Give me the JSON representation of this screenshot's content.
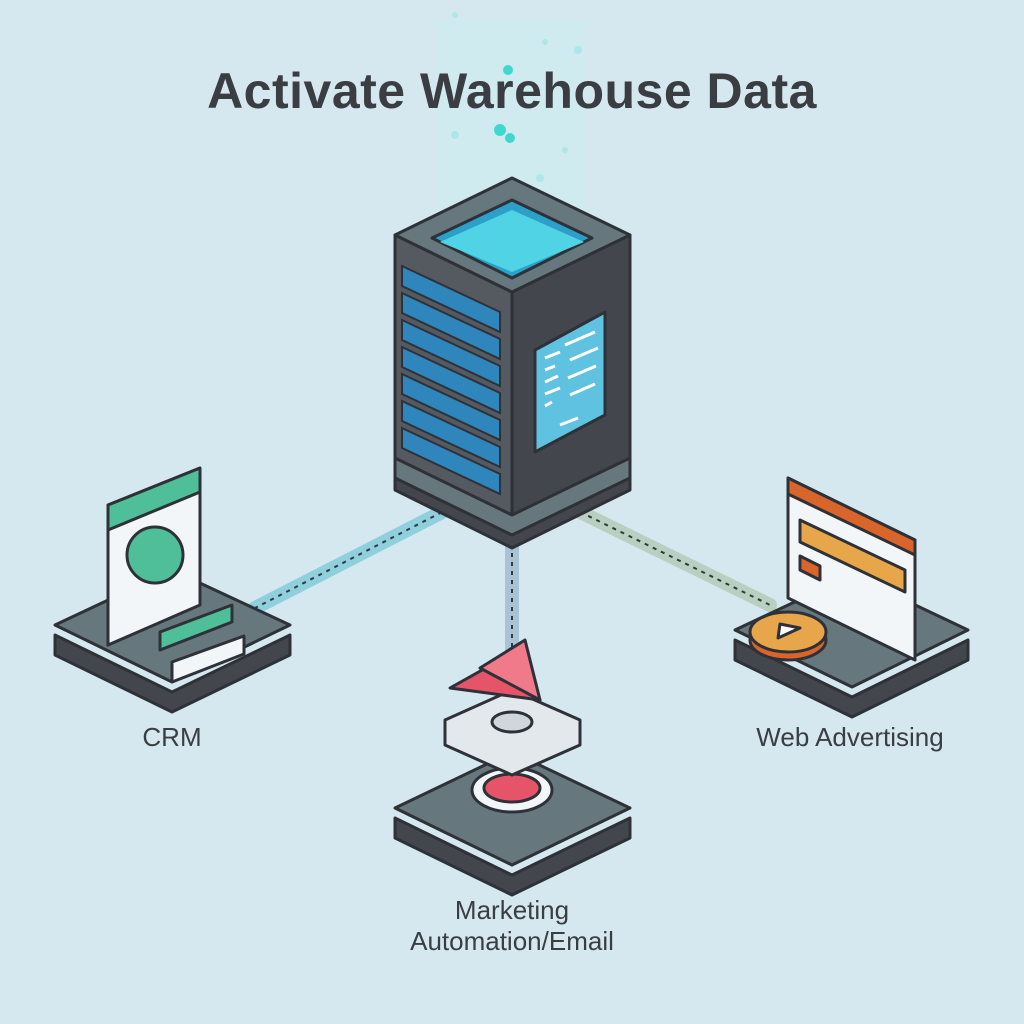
{
  "title": "Activate Warehouse Data",
  "nodes": {
    "crm": {
      "label": "CRM"
    },
    "marketing": {
      "label_line1": "Marketing",
      "label_line2": "Automation/Email"
    },
    "web": {
      "label": "Web Advertising"
    }
  },
  "colors": {
    "background": "#d6e8ef",
    "server_dark": "#43474d",
    "server_top": "#66777d",
    "rack_blue": "#2f86bd",
    "data_cyan": "#4fd3e5",
    "crm_green": "#4fbf9a",
    "marketing_red": "#e65469",
    "web_orange": "#e8a64a"
  }
}
